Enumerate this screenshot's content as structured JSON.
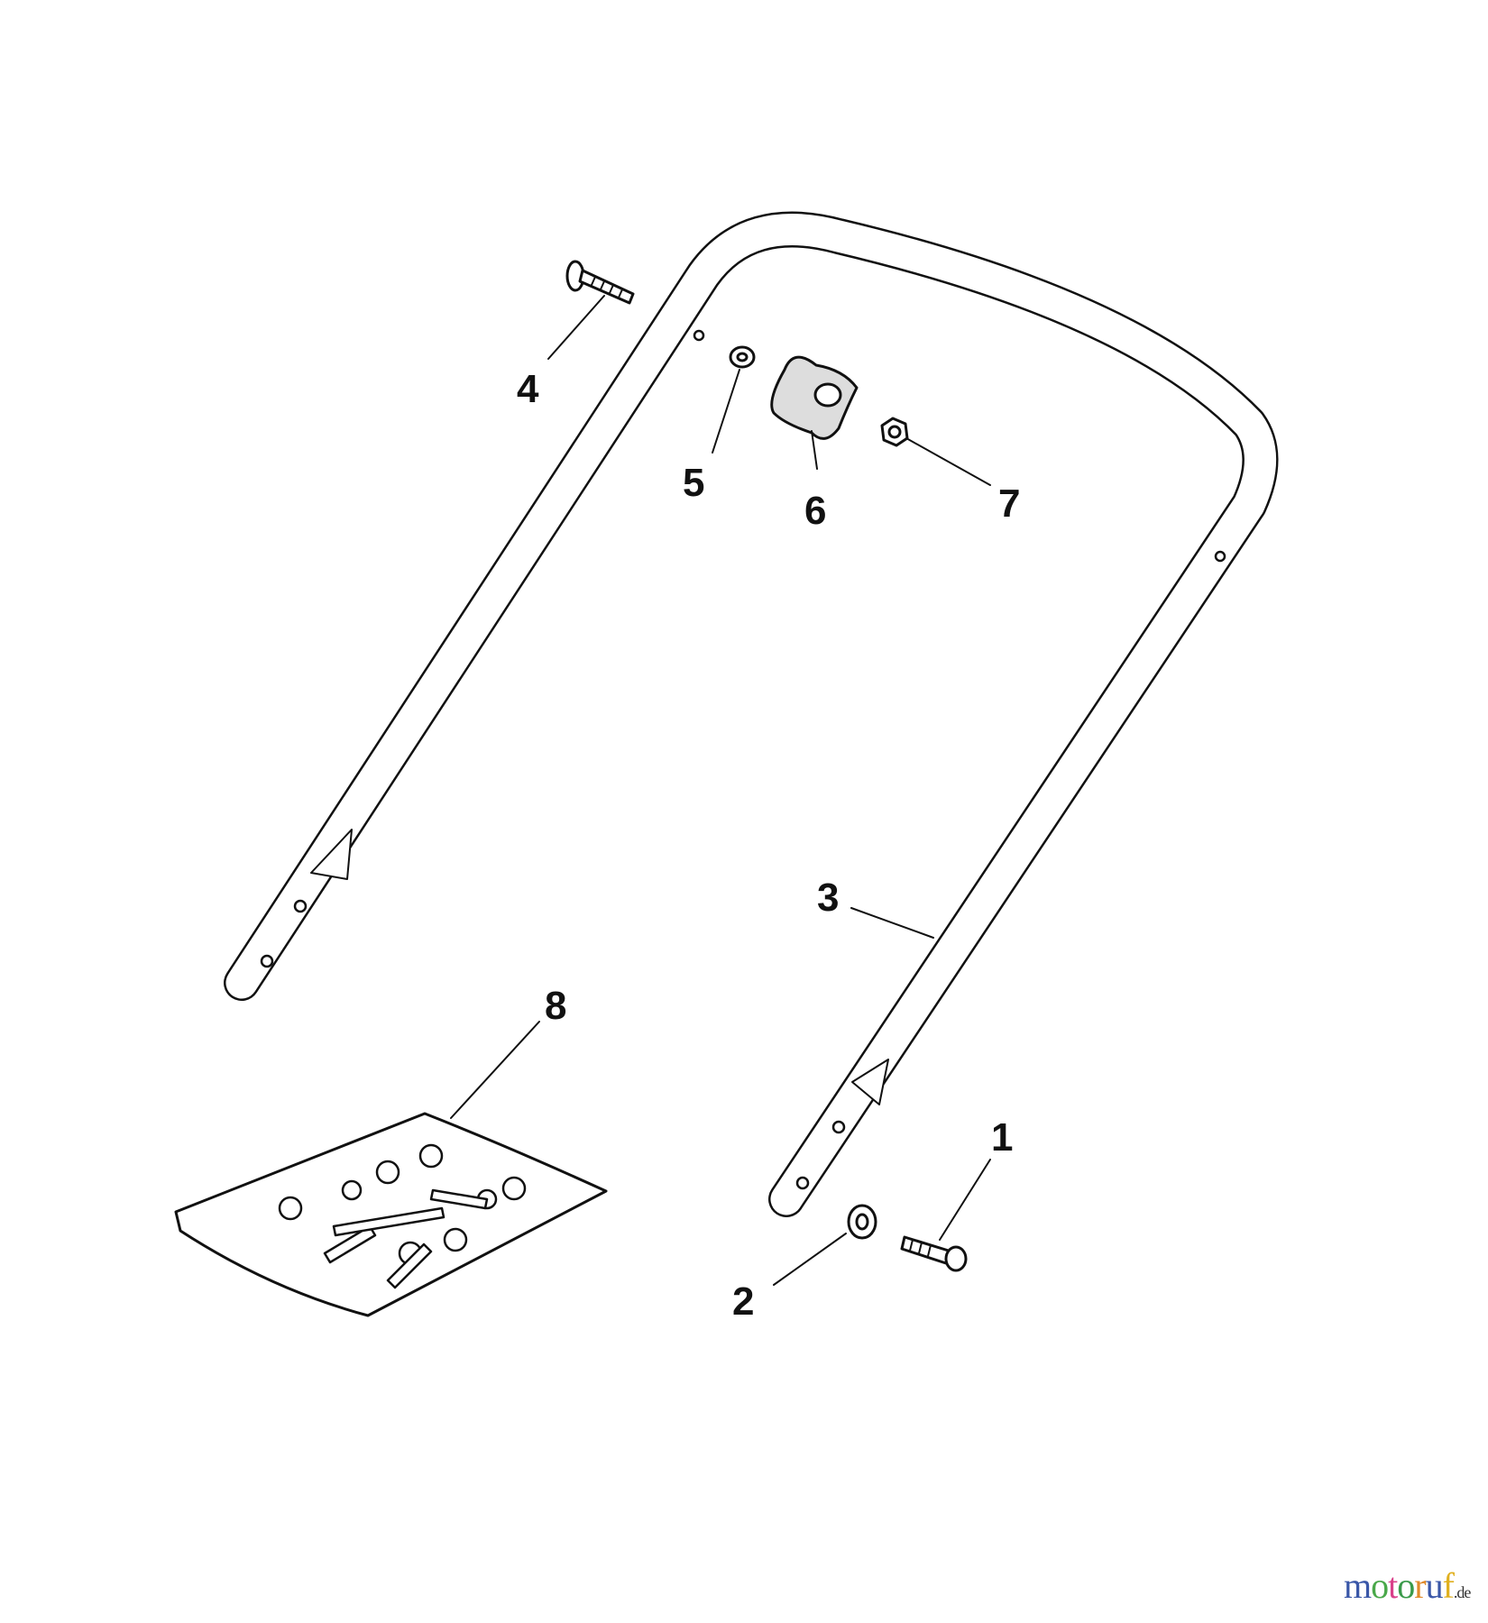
{
  "diagram": {
    "parts": [
      {
        "number": "1",
        "icon": "bolt-icon"
      },
      {
        "number": "2",
        "icon": "washer-icon"
      },
      {
        "number": "3",
        "icon": "handle-bar-icon"
      },
      {
        "number": "4",
        "icon": "carriage-bolt-icon"
      },
      {
        "number": "5",
        "icon": "washer-icon"
      },
      {
        "number": "6",
        "icon": "knob-icon"
      },
      {
        "number": "7",
        "icon": "nut-icon"
      },
      {
        "number": "8",
        "icon": "hardware-bag-icon"
      }
    ]
  },
  "watermark": {
    "logo_letters": [
      "m",
      "o",
      "t",
      "o",
      "r",
      "u",
      "f"
    ],
    "logo_colors": [
      "#3a57a8",
      "#4aa84a",
      "#d9408a",
      "#3a9a4a",
      "#e08a2a",
      "#3a57a8",
      "#e0b020"
    ],
    "logo_suffix": ".de"
  }
}
